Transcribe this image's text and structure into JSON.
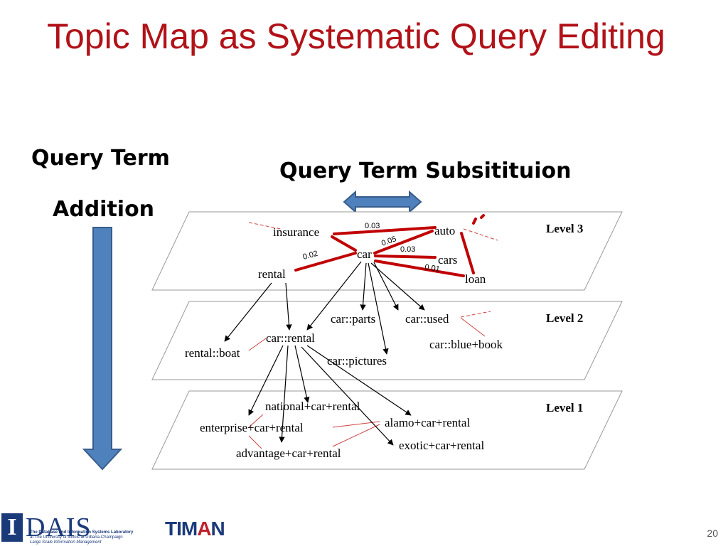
{
  "slide": {
    "title": "Topic Map as Systematic Query Editing",
    "query_term_line1": "Query Term",
    "query_term_line2": "Addition",
    "substitution_label": "Query Term Subsitituion",
    "page_number": "20"
  },
  "levels": {
    "level3": "Level 3",
    "level2": "Level 2",
    "level1": "Level 1"
  },
  "nodes": {
    "insurance": "insurance",
    "auto": "auto",
    "car": "car",
    "cars": "cars",
    "rental": "rental",
    "loan": "loan",
    "car_parts": "car::parts",
    "car_used": "car::used",
    "car_rental": "car::rental",
    "rental_boat": "rental::boat",
    "car_blue_book": "car::blue+book",
    "car_pictures": "car::pictures",
    "national_car_rental": "national+car+rental",
    "alamo_car_rental": "alamo+car+rental",
    "enterprise_car_rental": "enterprise+car+rental",
    "exotic_car_rental": "exotic+car+rental",
    "advantage_car_rental": "advantage+car+rental"
  },
  "weights": {
    "insurance_auto": "0.03",
    "car_auto": "0.05",
    "car_rental": "0.02",
    "car_cars": "0.03",
    "car_loan": "0.01"
  },
  "footer": {
    "logo_i": "I",
    "logo_dais": "DAIS",
    "lab_line1": "The Database and Information Systems Laboratory",
    "lab_line2": "at The University of Illinois at Urbana-Champaign",
    "lab_line3": "Large Scale Information Management",
    "timan_prefix": "TIM",
    "timan_a": "A",
    "timan_suffix": "N"
  },
  "colors": {
    "title": "#b11218",
    "arrow_fill": "#4f81bd",
    "arrow_stroke": "#385d8a",
    "thick_edge": "#c00000",
    "thin_edge": "#d04040"
  }
}
